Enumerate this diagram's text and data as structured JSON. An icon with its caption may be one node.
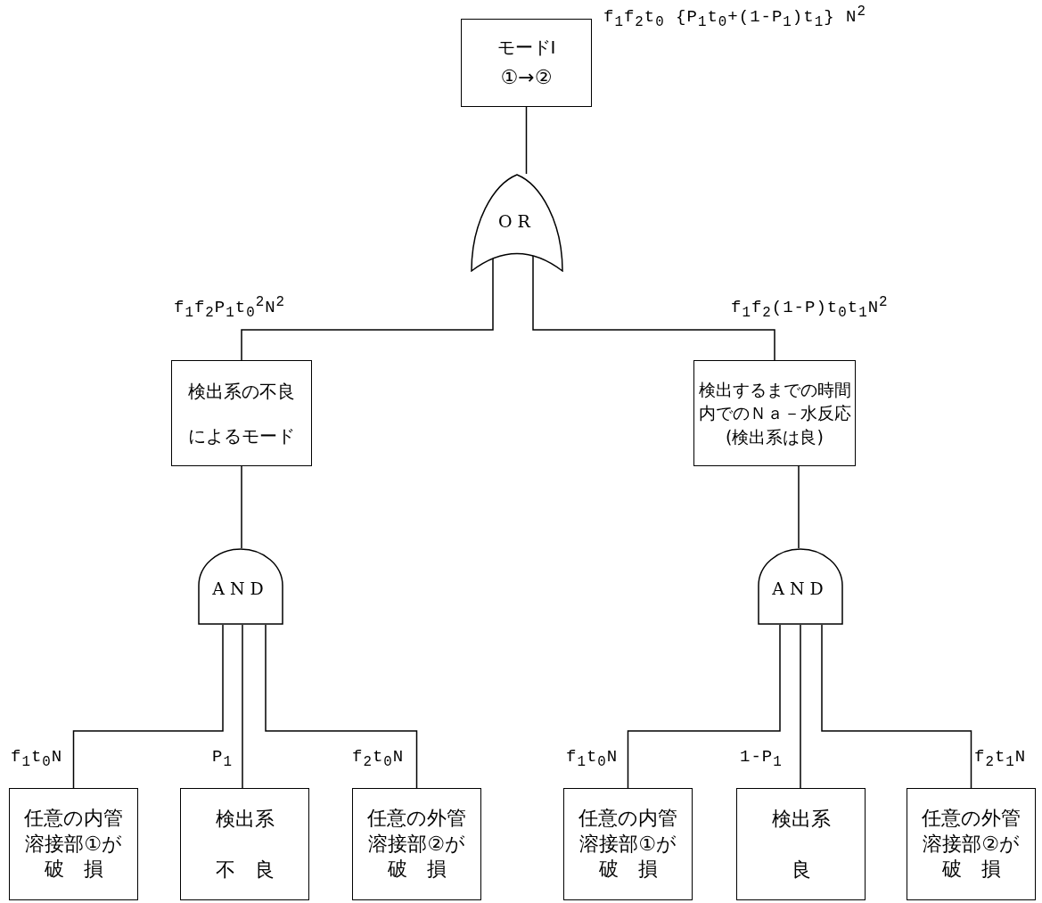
{
  "diagram": {
    "nodes": [
      {
        "text": [
          "モードⅠ",
          "①→②"
        ],
        "beside": [
          "f$_{1}$f$_{2}$t$_{0}$ {P$_{1}$t$_{0}$+(1-P$_{1}$)t$_{1}$} N$^{2}$"
        ]
      },
      {
        "text": [
          "OR"
        ]
      },
      {
        "text": [
          "検出系の不良によるモード"
        ],
        "beside": [
          "f$_{1}$f$_{2}$P$_{1}$t$_{0}$$^{2}$N$^{2}$"
        ]
      },
      {
        "text": [
          "検出するまでの時間内でのＮａ－水反応",
          "(検出系は良)"
        ],
        "beside": [
          "f$_{1}$f$_{2}$(1-P)t$_{0}$t$_{1}$N$^{2}$"
        ]
      },
      {
        "text": [
          "AND"
        ]
      },
      {
        "text": [
          "AND"
        ]
      },
      {
        "text": [
          "任意の内管溶接部①が破　損"
        ],
        "beside": [
          "f$_{1}$t$_{0}$N"
        ]
      },
      {
        "text": [
          "検出系不　良"
        ],
        "beside": [
          "P$_{1}$"
        ]
      },
      {
        "text": [
          "任意の外管溶接部②が破　損"
        ],
        "beside": [
          "f$_{2}$t$_{0}$N"
        ]
      },
      {
        "text": [
          "任意の内管溶接部①が破　損"
        ],
        "beside": [
          "f$_{1}$t$_{0}$N"
        ]
      },
      {
        "text": [
          "検出系良"
        ],
        "beside": [
          "1-P$_{1}$"
        ]
      },
      {
        "text": [
          "任意の外管溶接部②が破　損"
        ],
        "beside": [
          "f$_{2}$t$_{1}$N"
        ]
      }
    ],
    "edges": [
      {
        "from": 0,
        "to": 1,
        "arrow": "none"
      },
      {
        "from": 1,
        "to": 2,
        "arrow": "none"
      },
      {
        "from": 1,
        "to": 3,
        "arrow": "none"
      },
      {
        "from": 2,
        "to": 4,
        "arrow": "none"
      },
      {
        "from": 3,
        "to": 5,
        "arrow": "none"
      },
      {
        "from": 4,
        "to": 6,
        "arrow": "none"
      },
      {
        "from": 4,
        "to": 7,
        "arrow": "none"
      },
      {
        "from": 4,
        "to": 8,
        "arrow": "none"
      },
      {
        "from": 5,
        "to": 9,
        "arrow": "none"
      },
      {
        "from": 5,
        "to": 10,
        "arrow": "none"
      },
      {
        "from": 5,
        "to": 11,
        "arrow": "none"
      }
    ]
  }
}
